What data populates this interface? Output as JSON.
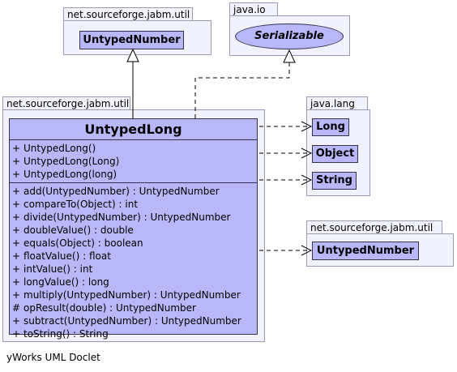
{
  "packages": {
    "util_top": {
      "name": "net.sourceforge.jabm.util",
      "class": "UntypedNumber"
    },
    "java_io": {
      "name": "java.io",
      "interface": "Serializable"
    },
    "util_main": {
      "name": "net.sourceforge.jabm.util"
    },
    "java_lang": {
      "name": "java.lang",
      "classes": [
        "Long",
        "Object",
        "String"
      ]
    },
    "util_right": {
      "name": "net.sourceforge.jabm.util",
      "class": "UntypedNumber"
    }
  },
  "main_class": {
    "name": "UntypedLong",
    "constructors": [
      {
        "vis": "+",
        "sig": "UntypedLong()"
      },
      {
        "vis": "+",
        "sig": "UntypedLong(Long)"
      },
      {
        "vis": "+",
        "sig": "UntypedLong(long)"
      }
    ],
    "methods": [
      {
        "vis": "+",
        "sig": "add(UntypedNumber) : UntypedNumber"
      },
      {
        "vis": "+",
        "sig": "compareTo(Object) : int"
      },
      {
        "vis": "+",
        "sig": "divide(UntypedNumber) : UntypedNumber"
      },
      {
        "vis": "+",
        "sig": "doubleValue() : double"
      },
      {
        "vis": "+",
        "sig": "equals(Object) : boolean"
      },
      {
        "vis": "+",
        "sig": "floatValue() : float"
      },
      {
        "vis": "+",
        "sig": "intValue() : int"
      },
      {
        "vis": "+",
        "sig": "longValue() : long"
      },
      {
        "vis": "+",
        "sig": "multiply(UntypedNumber) : UntypedNumber"
      },
      {
        "vis": "#",
        "sig": "opResult(double) : UntypedNumber"
      },
      {
        "vis": "+",
        "sig": "subtract(UntypedNumber) : UntypedNumber"
      },
      {
        "vis": "+",
        "sig": "toString() : String"
      }
    ]
  },
  "footer": "yWorks UML Doclet"
}
